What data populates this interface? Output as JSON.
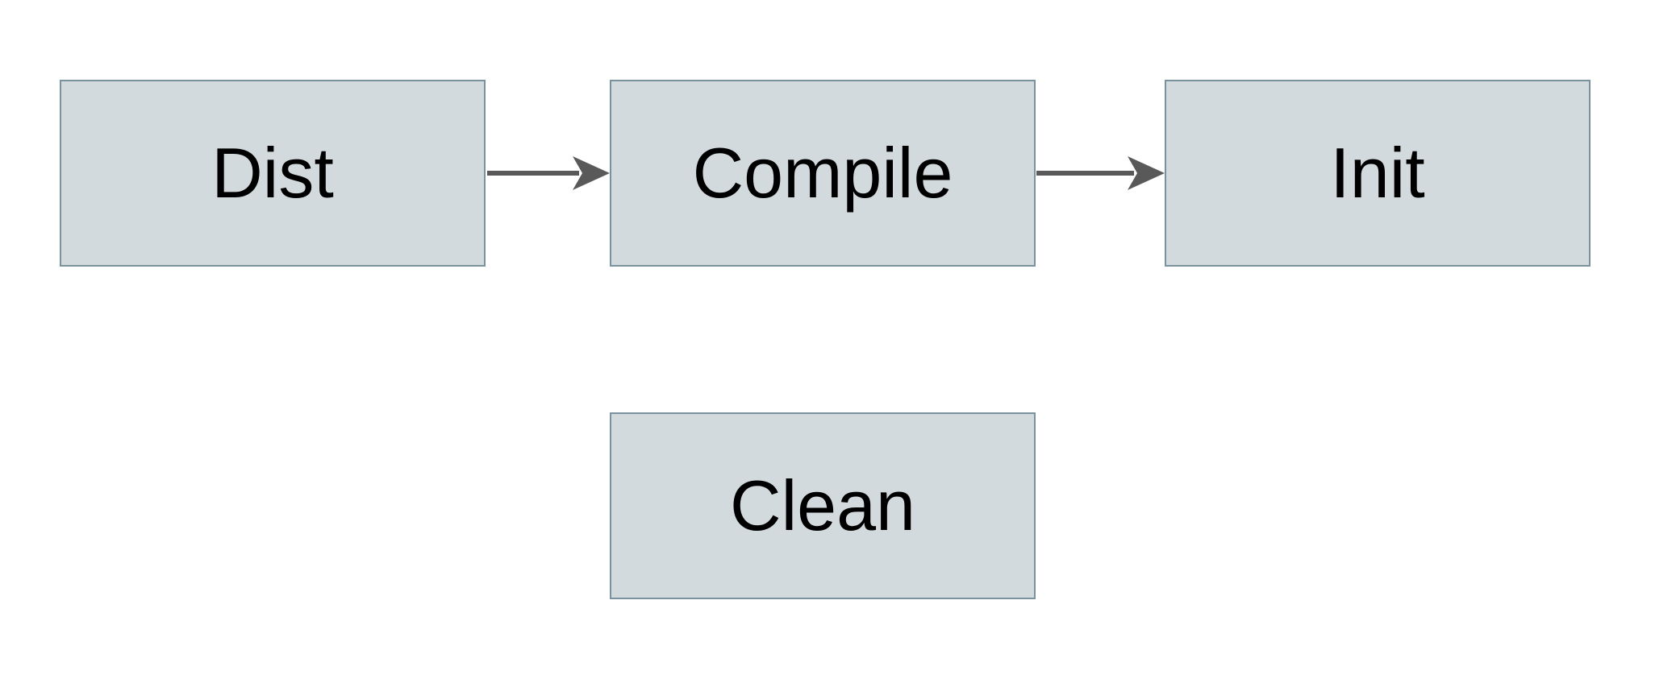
{
  "diagram": {
    "nodes": [
      {
        "id": "dist",
        "label": "Dist"
      },
      {
        "id": "compile",
        "label": "Compile"
      },
      {
        "id": "init",
        "label": "Init"
      },
      {
        "id": "clean",
        "label": "Clean"
      }
    ],
    "edges": [
      {
        "from": "dist",
        "to": "compile"
      },
      {
        "from": "compile",
        "to": "init"
      }
    ]
  },
  "colors": {
    "background": "#ffffff",
    "box_fill": "#d3dadd",
    "box_border": "#7a929e",
    "arrow": "#595959",
    "text": "#000000"
  }
}
